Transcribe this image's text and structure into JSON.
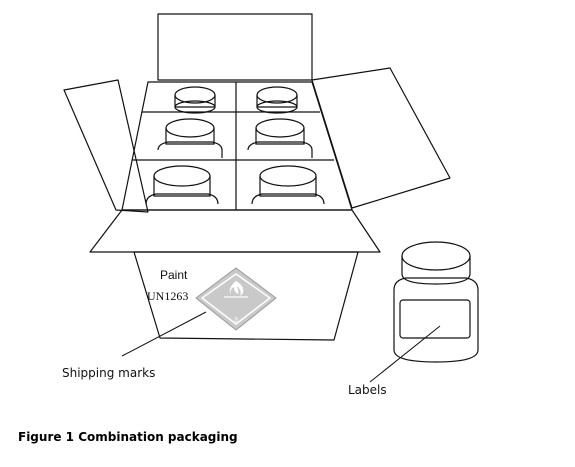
{
  "box_text": {
    "product": "Paint",
    "un_number": "UN1263",
    "hazard_class": "3"
  },
  "callouts": {
    "shipping_marks": "Shipping marks",
    "labels": "Labels"
  },
  "caption": "Figure 1 Combination packaging",
  "icons": {
    "hazard": "flammable-liquid-diamond-icon"
  },
  "colors": {
    "line": "#111111",
    "hazard_diamond": "#c9c9c9"
  }
}
